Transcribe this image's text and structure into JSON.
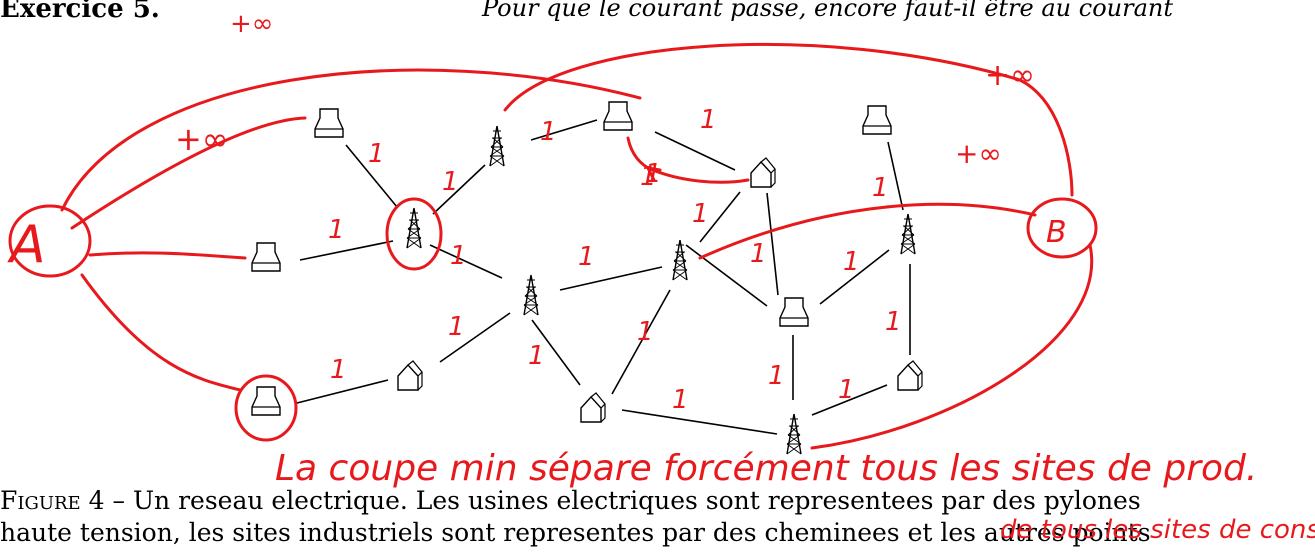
{
  "header": {
    "exercise_label": "Exercice 5.",
    "epigraph": "Pour que le courant passe, encore faut-il être au courant"
  },
  "caption": {
    "figure_label": "Figure 4",
    "line1": " – Un reseau electrique. Les usines electriques sont representees par des pylones",
    "line2": "haute tension, les sites industriels sont representes par des cheminees et les autres points"
  },
  "annotations": {
    "source_label": "A",
    "sink_label": "B",
    "infinity_labels": [
      "+∞",
      "+∞",
      "+∞",
      "+∞"
    ],
    "edge_weights": [
      "1",
      "1",
      "1",
      "1",
      "1",
      "1",
      "1",
      "1",
      "1",
      "1",
      "1",
      "1",
      "1",
      "1",
      "1",
      "1",
      "1",
      "1",
      "1",
      "1",
      "1"
    ],
    "note_line1": "La coupe min sépare forcément tous les sites de prod.",
    "note_line2": "de tous les sites de conso."
  },
  "colors": {
    "ink": "#000000",
    "annotation": "#e8191c"
  }
}
